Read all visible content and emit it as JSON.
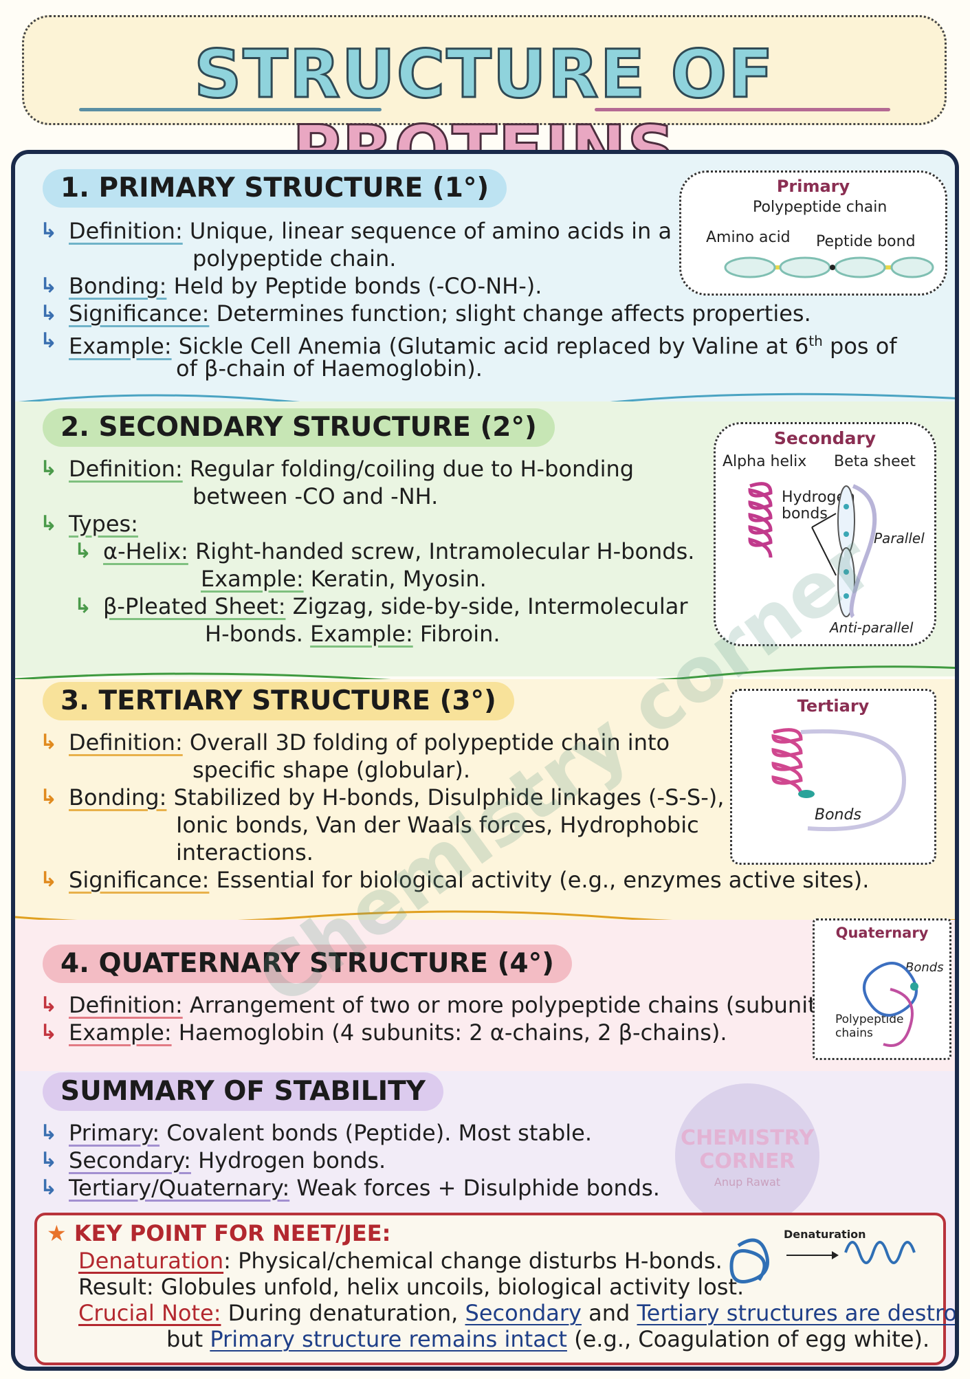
{
  "title": {
    "part1": "STRUCTURE OF",
    "part2": "PROTEINS"
  },
  "primary": {
    "heading": "1. PRIMARY STRUCTURE (1°)",
    "definition_label": "Definition:",
    "definition_text1": "Unique, linear sequence of amino acids in a",
    "definition_text2": "polypeptide chain.",
    "bonding_label": "Bonding:",
    "bonding_text": "Held by Peptide bonds (-CO-NH-).",
    "significance_label": "Significance:",
    "significance_text": "Determines function; slight change affects properties.",
    "example_label": "Example:",
    "example_text1": "Sickle Cell Anemia (Glutamic acid replaced by Valine at 6",
    "example_sup": "th",
    "example_text1b": "pos of",
    "example_text2": "of β-chain of Haemoglobin).",
    "diagram": {
      "title": "Primary",
      "chain_label": "Polypeptide chain",
      "amino_label": "Amino acid",
      "peptide_label": "Peptide bond"
    }
  },
  "secondary": {
    "heading": "2. SECONDARY STRUCTURE (2°)",
    "definition_label": "Definition:",
    "definition_text1": "Regular folding/coiling due to H-bonding",
    "definition_text2": "between -CO and -NH.",
    "types_label": "Types:",
    "alpha_label": "α-Helix:",
    "alpha_text": "Right-handed screw, Intramolecular H-bonds.",
    "alpha_example_label": "Example:",
    "alpha_example_text": "Keratin, Myosin.",
    "beta_label": "β-Pleated Sheet:",
    "beta_text": "Zigzag, side-by-side, Intermolecular",
    "beta_text2": "H-bonds.",
    "beta_example_label": "Example:",
    "beta_example_text": "Fibroin.",
    "diagram": {
      "title": "Secondary",
      "alpha": "Alpha helix",
      "beta": "Beta sheet",
      "hydrogen": "Hydrogen",
      "bonds": "bonds",
      "parallel": "Parallel",
      "anti": "Anti-parallel"
    }
  },
  "tertiary": {
    "heading": "3. TERTIARY STRUCTURE (3°)",
    "definition_label": "Definition:",
    "definition_text1": "Overall 3D folding of polypeptide chain into",
    "definition_text2": "specific shape (globular).",
    "bonding_label": "Bonding:",
    "bonding_text1": "Stabilized by H-bonds, Disulphide linkages (-S-S-),",
    "bonding_text2": "Ionic bonds, Van der Waals forces, Hydrophobic",
    "bonding_text3": "interactions.",
    "significance_label": "Significance:",
    "significance_text": "Essential for biological activity (e.g., enzymes active sites).",
    "diagram": {
      "title": "Tertiary",
      "bonds": "Bonds"
    }
  },
  "quaternary": {
    "heading": "4. QUATERNARY STRUCTURE (4°)",
    "definition_label": "Definition:",
    "definition_text": "Arrangement of two or more polypeptide chains (subunits).",
    "example_label": "Example:",
    "example_text": "Haemoglobin (4 subunits: 2 α-chains, 2 β-chains).",
    "diagram": {
      "title": "Quaternary",
      "bonds": "Bonds",
      "chains1": "Polypeptide",
      "chains2": "chains"
    }
  },
  "summary": {
    "heading": "SUMMARY OF STABILITY",
    "primary_label": "Primary:",
    "primary_text": "Covalent bonds (Peptide). Most stable.",
    "secondary_label": "Secondary:",
    "secondary_text": "Hydrogen bonds.",
    "tq_label": "Tertiary/Quaternary:",
    "tq_text": "Weak forces + Disulphide bonds."
  },
  "key": {
    "heading": "KEY POINT FOR NEET/JEE:",
    "denat_label": "Denaturation",
    "denat_text": ": Physical/chemical change disturbs H-bonds.",
    "result_text": "Result: Globules unfold, helix uncoils, biological activity lost.",
    "crucial_label": "Crucial Note:",
    "crucial_text1": " During denaturation, ",
    "crucial_sec": "Secondary",
    "crucial_and": " and ",
    "crucial_ter": "Tertiary structures are destroyed",
    "crucial_comma": ",",
    "but_text": "but ",
    "but_primary": "Primary structure remains intact",
    "but_end": " (e.g., Coagulation of egg white).",
    "denat_arrow_label": "Denaturation"
  },
  "watermark": "Chemistry corner",
  "logo": {
    "line1": "CHEMISTRY",
    "line2": "CORNER",
    "line3": "Anup Rawat"
  },
  "colors": {
    "primary_bg": "#e7f4f8",
    "secondary_bg": "#eaf5e2",
    "tertiary_bg": "#fdf5dc",
    "quaternary_bg": "#fcecef",
    "summary_bg": "#f2ecf7"
  }
}
